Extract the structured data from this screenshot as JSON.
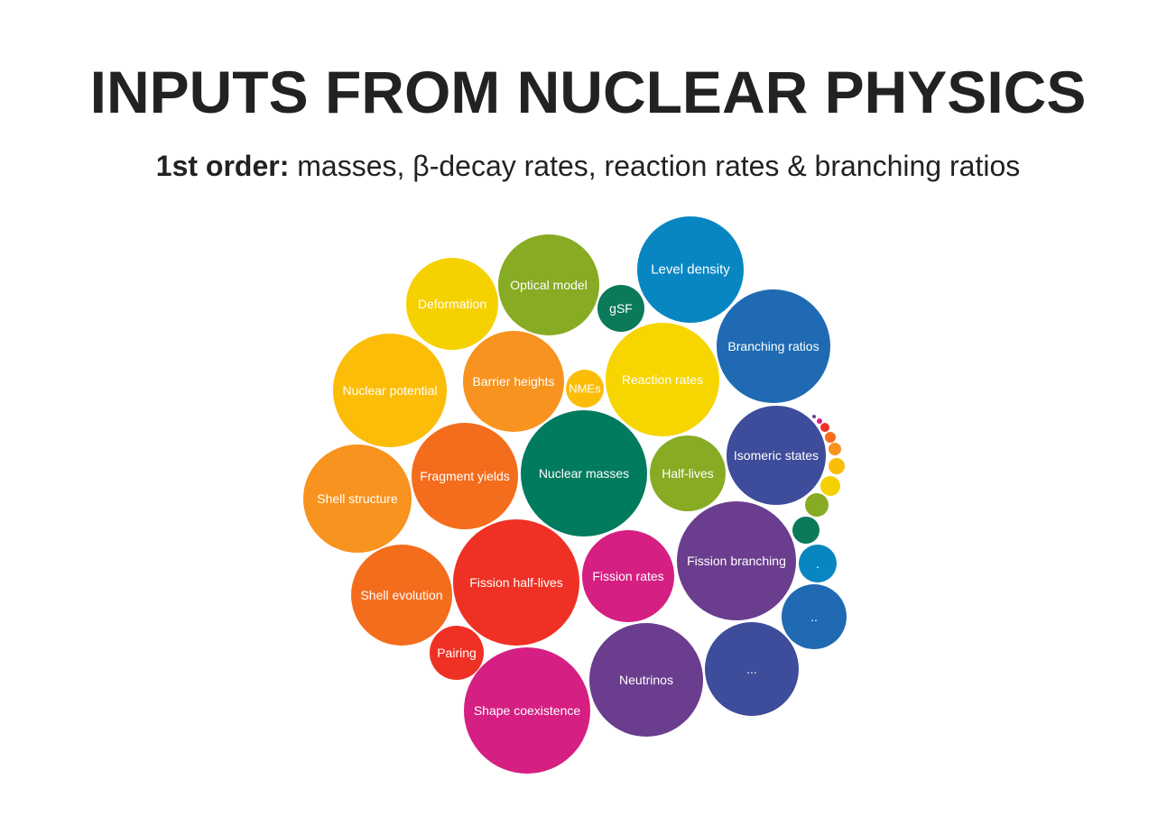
{
  "title": "INPUTS FROM NUCLEAR PHYSICS",
  "subtitle": {
    "lead": "1st order:",
    "rest": "masses, β-decay rates, reaction rates & branching ratios"
  },
  "bubbles": [
    {
      "label": "Optical model",
      "color": "#87ab23"
    },
    {
      "label": "Level density",
      "color": "#0886c2"
    },
    {
      "label": "Deformation",
      "color": "#f6d100"
    },
    {
      "label": "gSF",
      "color": "#0a7a5a"
    },
    {
      "label": "Branching ratios",
      "color": "#1f6ab2"
    },
    {
      "label": "Nuclear potential",
      "color": "#fbbd08"
    },
    {
      "label": "Barrier heights",
      "color": "#f7931e"
    },
    {
      "label": "NMEs",
      "color": "#fbbd08"
    },
    {
      "label": "Reaction rates",
      "color": "#f6d500"
    },
    {
      "label": "Isomeric states",
      "color": "#3d4c9b"
    },
    {
      "label": "Fragment yields",
      "color": "#f46d1d"
    },
    {
      "label": "Nuclear masses",
      "color": "#007b5e"
    },
    {
      "label": "Half-lives",
      "color": "#87ab23"
    },
    {
      "label": "Shell structure",
      "color": "#f7931e"
    },
    {
      "label": "Fission branching",
      "color": "#6a3d8e"
    },
    {
      "label": "Fission half-lives",
      "color": "#ee3124"
    },
    {
      "label": "Fission rates",
      "color": "#d51f82"
    },
    {
      "label": "Shell evolution",
      "color": "#f46d1d"
    },
    {
      "label": ".",
      "color": "#0886c2"
    },
    {
      "label": "..",
      "color": "#1f6ab2"
    },
    {
      "label": "Pairing",
      "color": "#ee3124"
    },
    {
      "label": "Neutrinos",
      "color": "#6a3d8e"
    },
    {
      "label": "...",
      "color": "#3d4c9b"
    },
    {
      "label": "Shape coexistence",
      "color": "#d51f82"
    },
    {
      "label": "",
      "color": "#0a7a5a"
    },
    {
      "label": "",
      "color": "#87ab23"
    },
    {
      "label": "",
      "color": "#f6d100"
    },
    {
      "label": "",
      "color": "#fbbd08"
    },
    {
      "label": "",
      "color": "#f7931e"
    },
    {
      "label": "",
      "color": "#f46d1d"
    },
    {
      "label": "",
      "color": "#ee3124"
    },
    {
      "label": "",
      "color": "#d51f82"
    },
    {
      "label": "",
      "color": "#6a3d8e"
    }
  ]
}
